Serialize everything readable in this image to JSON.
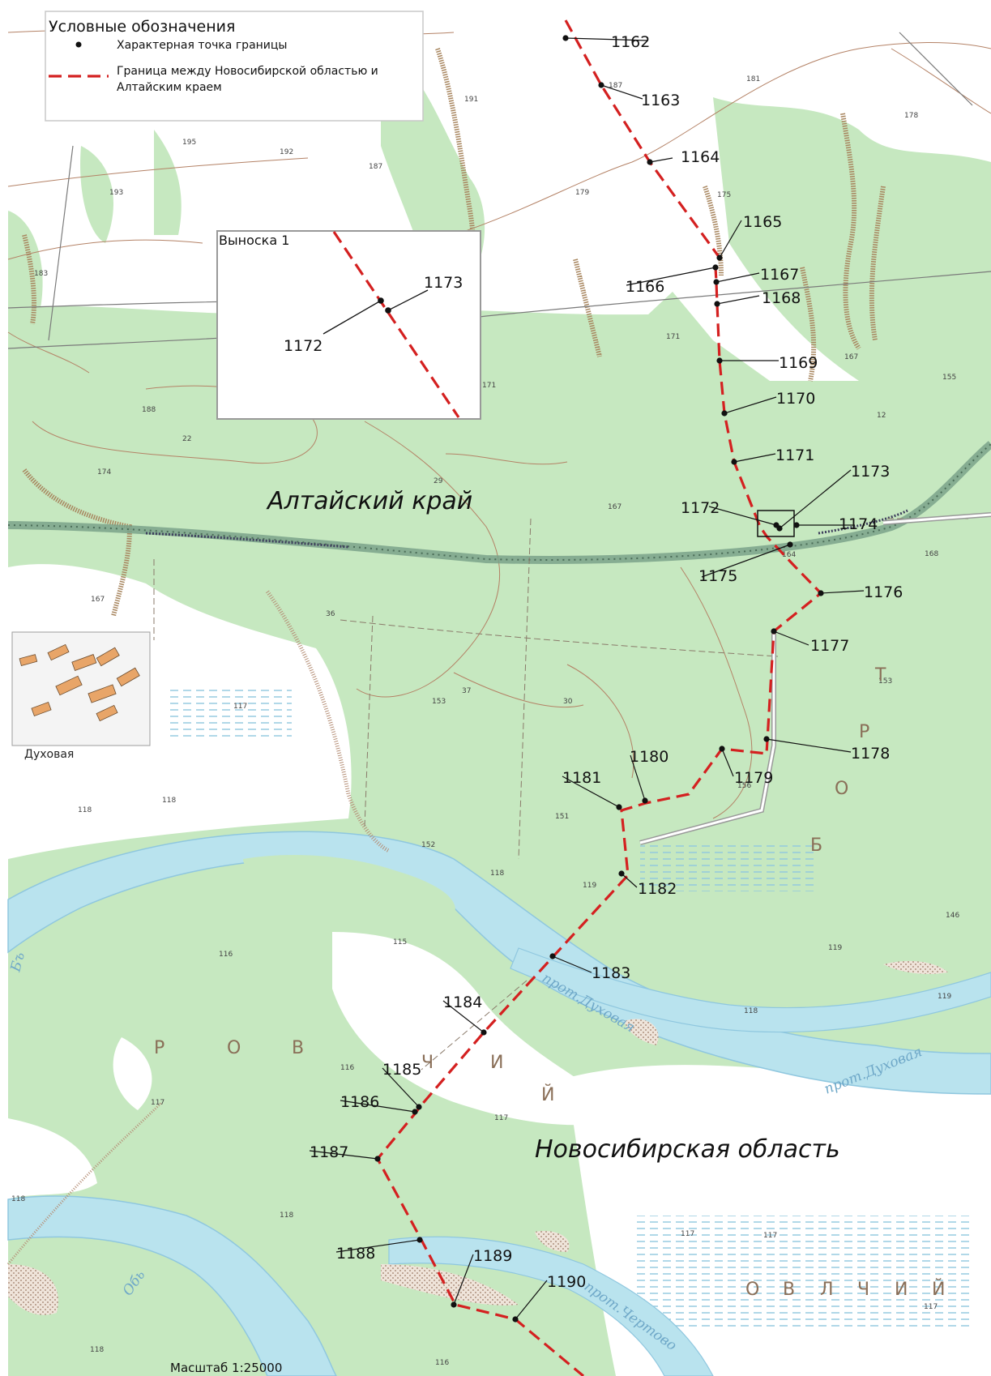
{
  "legend": {
    "title": "Условные обозначения",
    "point_label": "Характерная точка границы",
    "boundary_label_line1": "Граница между Новосибирской областью и",
    "boundary_label_line2": "Алтайским краем"
  },
  "inset": {
    "title": "Выноска 1",
    "points": [
      "1172",
      "1173"
    ]
  },
  "regions": {
    "altai": "Алтайский край",
    "novosibirsk": "Новосибирская область"
  },
  "place_names": {
    "village": "Духовая"
  },
  "water_labels": {
    "ob": "Обь",
    "ob_left_fragment": "Бъ",
    "channel_1": "прот.Духовая",
    "channel_2": "прот.Духовая",
    "channel_3": "прот.Чертово"
  },
  "forest_letters": {
    "top_right": [
      "Б",
      "О",
      "Р",
      "Т"
    ],
    "middle": [
      "Р",
      "О",
      "В",
      "Ч",
      "И",
      "Й"
    ],
    "bottom_right": [
      "О",
      "В",
      "Л",
      "Ч",
      "И",
      "Й"
    ]
  },
  "elevations": [
    "193",
    "195",
    "192",
    "187",
    "191",
    "187",
    "179",
    "181",
    "178",
    "175",
    "183",
    "171",
    "171",
    "167",
    "155",
    "188",
    "174",
    "167",
    "164",
    "168",
    "167",
    "153",
    "117",
    "118",
    "118",
    "153",
    "156",
    "151",
    "152",
    "118",
    "119",
    "146",
    "119",
    "116",
    "115",
    "119",
    "118",
    "116",
    "117",
    "117",
    "118",
    "118",
    "117",
    "117",
    "116",
    "118",
    "117",
    "36",
    "29",
    "37",
    "30",
    "22",
    "12"
  ],
  "boundary_points": [
    "1162",
    "1163",
    "1164",
    "1165",
    "1166",
    "1167",
    "1168",
    "1169",
    "1170",
    "1171",
    "1172",
    "1173",
    "1174",
    "1175",
    "1176",
    "1177",
    "1178",
    "1179",
    "1180",
    "1181",
    "1182",
    "1183",
    "1184",
    "1185",
    "1186",
    "1187",
    "1188",
    "1189",
    "1190"
  ],
  "scale": "Масштаб 1:25000",
  "colors": {
    "forest": "#c6e8c0",
    "open": "#ffffff",
    "water": "#b9e3ee",
    "boundary": "#d42020",
    "gully": "#a8865f",
    "contour": "#b48266",
    "railway": "#7aa28a"
  }
}
